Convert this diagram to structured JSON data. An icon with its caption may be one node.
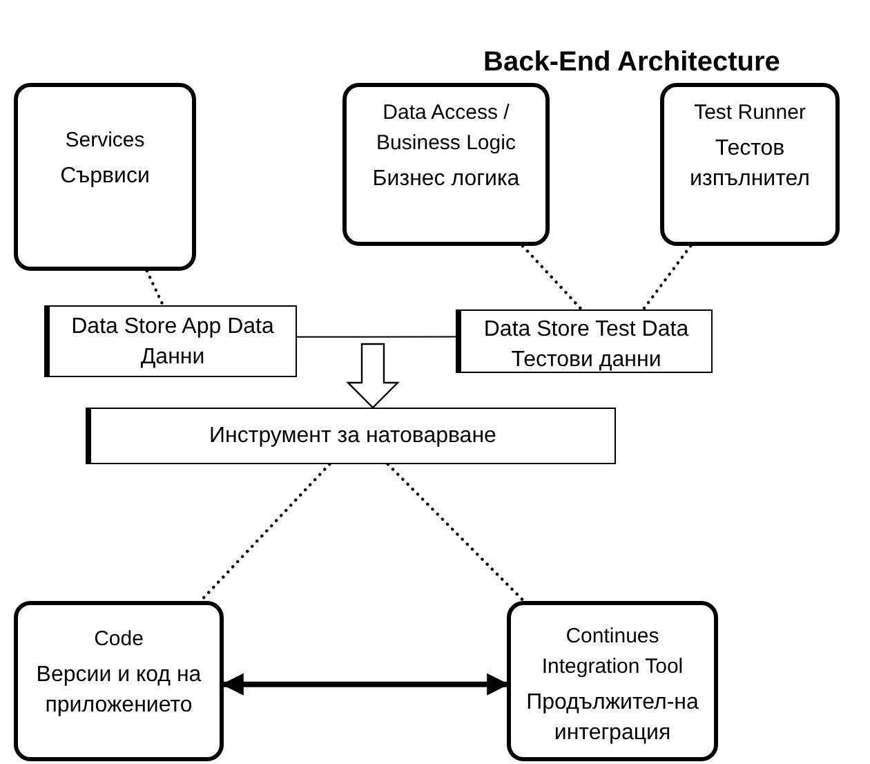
{
  "diagram": {
    "title": "Back-End Architecture",
    "nodes": [
      {
        "text": [
          "Services",
          "Сървиси"
        ]
      },
      {
        "text": [
          "Data Access / Business Logic",
          "Бизнес логика"
        ]
      },
      {
        "text": [
          "Test Runner",
          "Тестов изпълнител"
        ]
      },
      {
        "text": [
          "Data Store App Data",
          "Данни"
        ]
      },
      {
        "text": [
          "Data Store Test Data",
          "Тестови данни"
        ]
      },
      {
        "text": [
          "Инструмент за натоварване"
        ]
      },
      {
        "text": [
          "Code",
          "Версии и код на приложението"
        ]
      },
      {
        "text": [
          "Continues Integration Tool",
          "Продължител-на интеграция"
        ]
      }
    ],
    "edges": [
      {
        "from": 0,
        "to": 3,
        "arrow": "none",
        "style": "dashed"
      },
      {
        "from": 1,
        "to": 4,
        "arrow": "none",
        "style": "dashed"
      },
      {
        "from": 2,
        "to": 4,
        "arrow": "none",
        "style": "dashed"
      },
      {
        "from": 3,
        "to": 4,
        "arrow": "none"
      },
      {
        "from": null,
        "to": 5,
        "arrow": "to",
        "style": "thick"
      },
      {
        "from": 5,
        "to": 6,
        "arrow": "none",
        "style": "dashed"
      },
      {
        "from": 5,
        "to": 7,
        "arrow": "none",
        "style": "dashed"
      },
      {
        "from": 6,
        "to": 7,
        "arrow": "both",
        "style": "thick"
      }
    ]
  }
}
